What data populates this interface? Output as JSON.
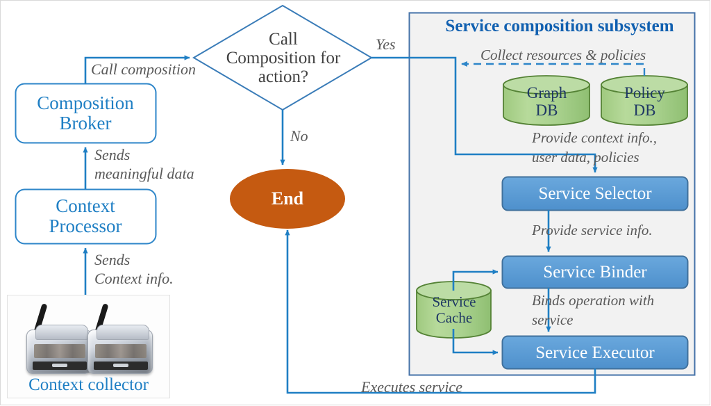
{
  "diagram": {
    "title_panel": "Service composition subsystem",
    "nodes": {
      "composition_broker": "Composition\nBroker",
      "composition_broker_l1": "Composition",
      "composition_broker_l2": "Broker",
      "context_processor_l1": "Context",
      "context_processor_l2": "Processor",
      "context_collector_caption": "Context collector",
      "decision_l1": "Call",
      "decision_l2": "Composition for",
      "decision_l3": "action?",
      "end": "End",
      "graph_db_l1": "Graph",
      "graph_db_l2": "DB",
      "policy_db_l1": "Policy",
      "policy_db_l2": "DB",
      "service_cache_l1": "Service",
      "service_cache_l2": "Cache",
      "service_selector": "Service Selector",
      "service_binder": "Service Binder",
      "service_executor": "Service Executor"
    },
    "edge_labels": {
      "call_composition": "Call composition",
      "sends_meaningful_l1": "Sends",
      "sends_meaningful_l2": "meaningful data",
      "sends_context_l1": "Sends",
      "sends_context_l2": "Context info.",
      "yes": "Yes",
      "no": "No",
      "collect_resources": "Collect resources & policies",
      "provide_context_l1": "Provide context info.,",
      "provide_context_l2": "user data, policies",
      "provide_service_info": "Provide service info.",
      "binds_operation_l1": "Binds operation with",
      "binds_operation_l2": "service",
      "executes_service": "Executes service"
    },
    "colors": {
      "flow_blue": "#1F7FC4",
      "box_blue_fill": "#5B9BD5",
      "box_blue_stroke": "#41719C",
      "db_green_fill": "#A9D18E",
      "db_green_stroke": "#548235",
      "end_orange": "#C55A11",
      "panel_bg": "#F2F2F2",
      "panel_stroke": "#4472A8",
      "label_gray": "#595959",
      "title_blue": "#1160B0"
    }
  }
}
